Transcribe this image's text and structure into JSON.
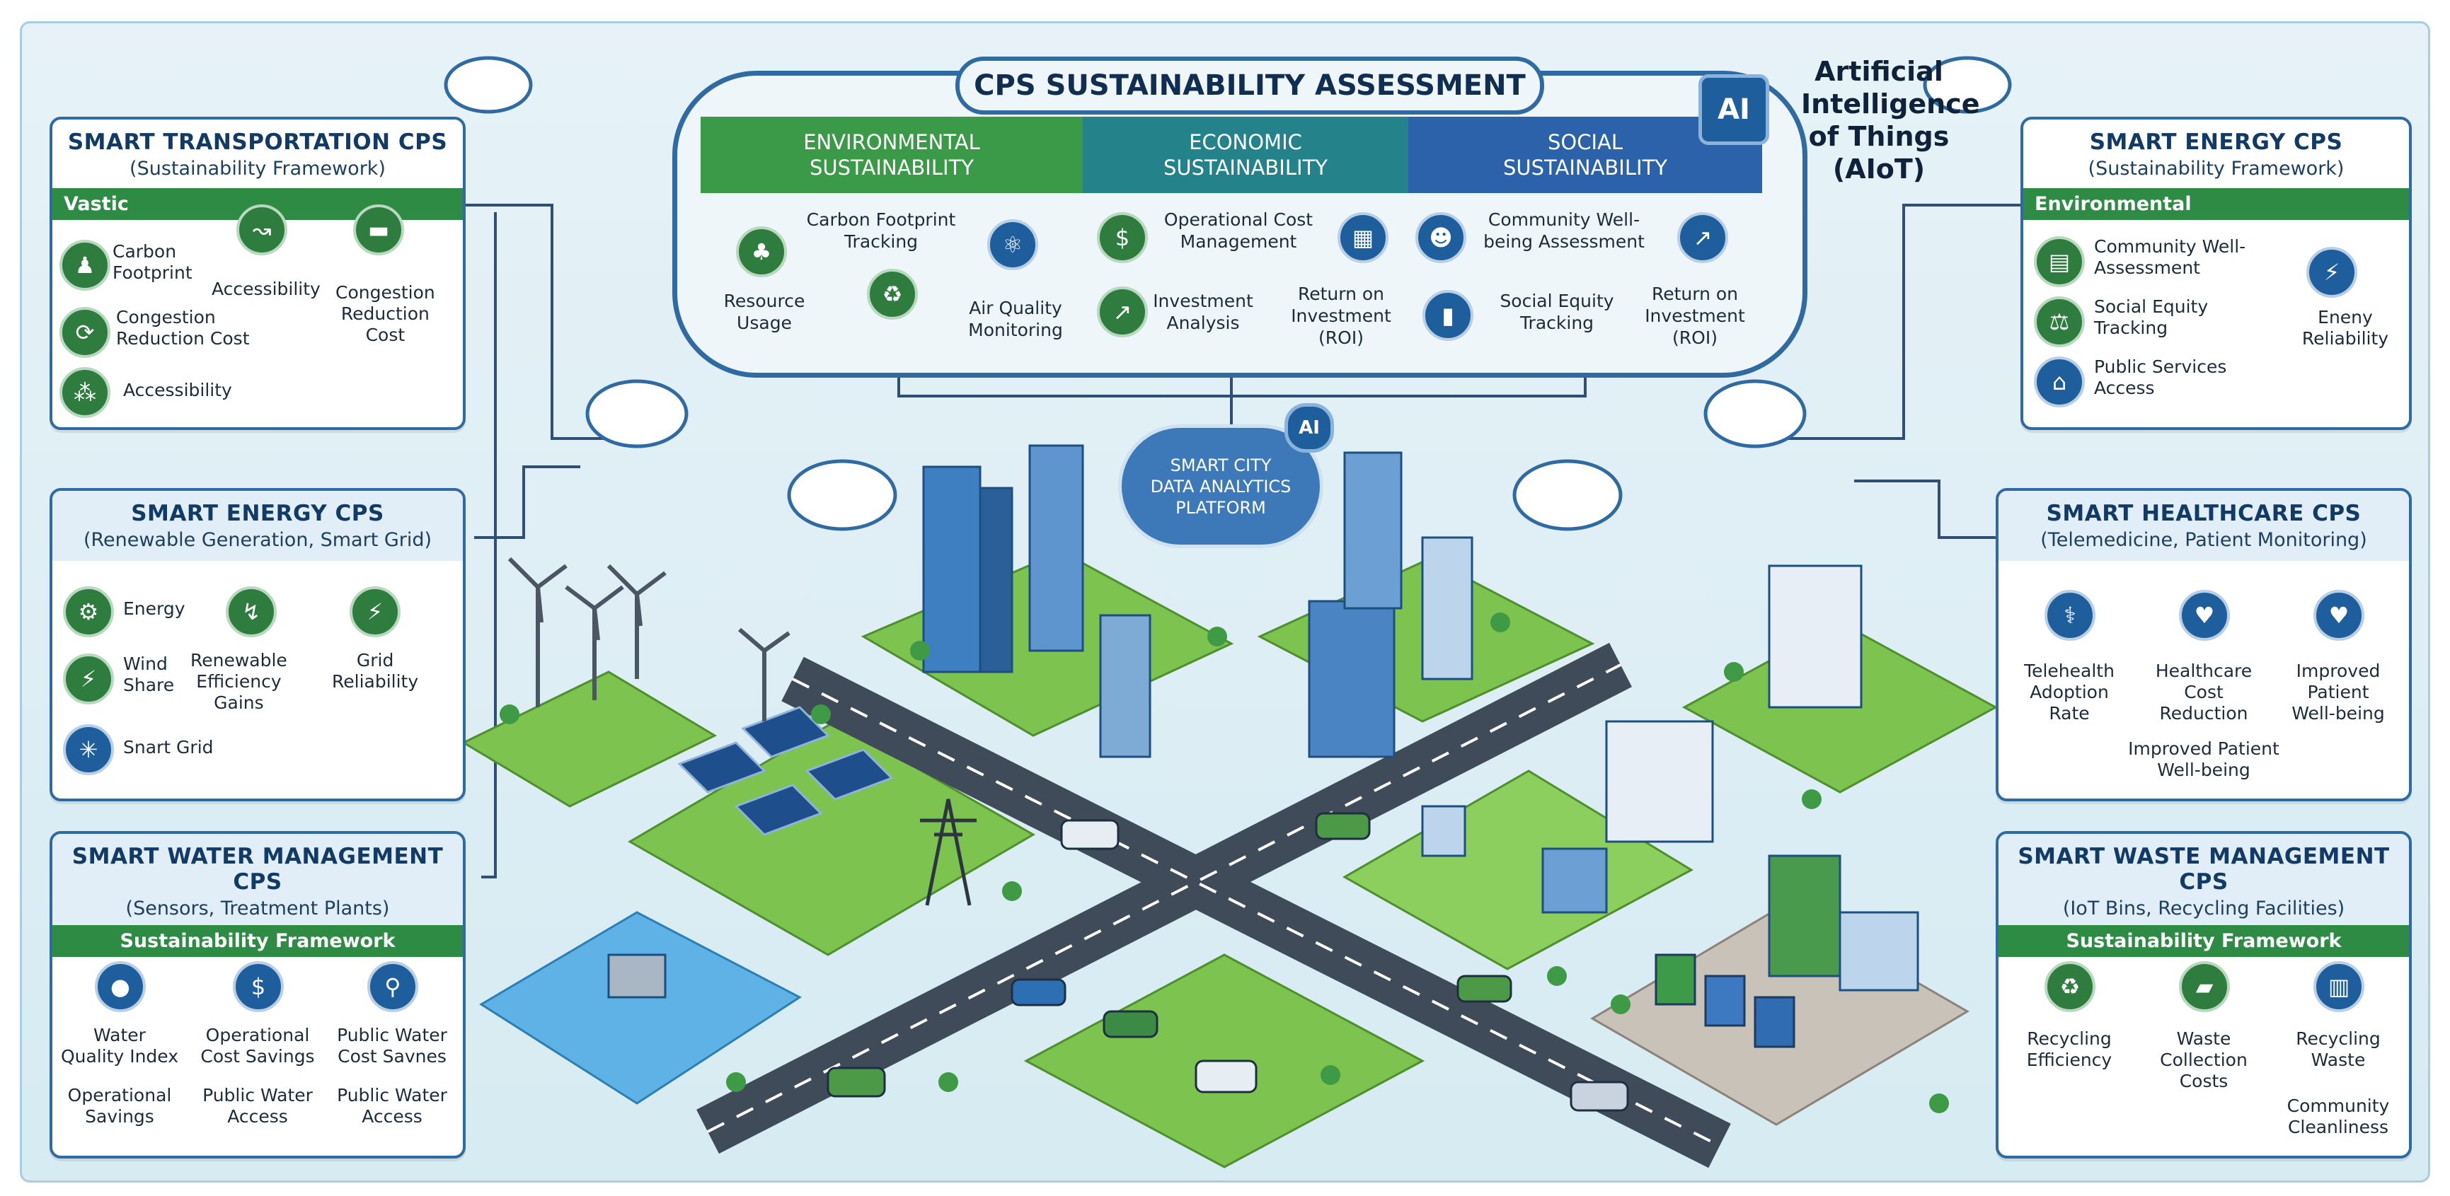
{
  "center": {
    "title": "CPS SUSTAINABILITY ASSESSMENT",
    "columns": [
      {
        "header": "ENVIRONMENTAL\nSUSTAINABILITY",
        "color": "#3b9a47",
        "items": [
          "Carbon Footprint\nTracking",
          "Resource\nUsage",
          "Air Quality\nMonitoring"
        ]
      },
      {
        "header": "ECONOMIC\nSUSTAINABILITY",
        "color": "#24838a",
        "items": [
          "Operational Cost\nManagement",
          "Investment\nAnalysis",
          "Return on\nInvestment\n(ROI)"
        ]
      },
      {
        "header": "SOCIAL\nSUSTAINABILITY",
        "color": "#2c62a9",
        "items": [
          "Community Well-\nbeing Assessment",
          "Social Equity\nTracking",
          "Return on\nInvestment\n(ROI)"
        ]
      }
    ]
  },
  "aiot": {
    "chip": "AI",
    "label": "Artificial\nIntelligence\nof Things\n(AIoT)"
  },
  "platform": {
    "label": "SMART CITY\nDATA ANALYTICS\nPLATFORM",
    "chip": "AI"
  },
  "panels": {
    "transport": {
      "title": "SMART TRANSPORTATION CPS",
      "subtitle": "(Sustainability Framework)",
      "bar": "Vastic",
      "items": [
        "Carbon\nFootprint",
        "Accessibility",
        "Congestion\nReduction\nCost",
        "Congestion\nReduction Cost",
        "Accessibility"
      ]
    },
    "energy_left": {
      "title": "SMART ENERGY CPS",
      "subtitle": "(Renewable Generation, Smart Grid)",
      "items": [
        "Energy",
        "Renewable\nEfficiency\nGains",
        "Grid\nReliability",
        "Wind\nShare",
        "Snart Grid"
      ]
    },
    "water": {
      "title": "SMART WATER MANAGEMENT CPS",
      "subtitle": "(Sensors, Treatment Plants)",
      "bar": "Sustainability Framework",
      "items": [
        "Water\nQuality Index",
        "Operational\nCost Savings",
        "Public Water\nCost Savnes",
        "Operational\nSavings",
        "Public Water\nAccess",
        "Public Water\nAccess"
      ]
    },
    "energy_right": {
      "title": "SMART ENERGY CPS",
      "subtitle": "(Sustainability Framework)",
      "bar": "Environmental",
      "items": [
        "Community Well-\nAssessment",
        "Social Equity\nTracking",
        "Public Services\nAccess",
        "Eneny\nReliability"
      ]
    },
    "healthcare": {
      "title": "SMART HEALTHCARE CPS",
      "subtitle": "(Telemedicine, Patient Monitoring)",
      "items": [
        "Telehealth\nAdoption\nRate",
        "Healthcare\nCost\nReduction",
        "Improved\nPatient\nWell-being",
        "Improved Patient\nWell-being"
      ]
    },
    "waste": {
      "title": "SMART WASTE MANAGEMENT CPS",
      "subtitle": "(IoT Bins, Recycling Facilities)",
      "bar": "Sustainability Framework",
      "items": [
        "Recycling\nEfficiency",
        "Waste\nCollection\nCosts",
        "Recycling\nWaste",
        "Community\nCleanliness"
      ]
    }
  },
  "colors": {
    "panel_border": "#2f6aa3",
    "green": "#2e8b44",
    "blue": "#1f5e9c",
    "road": "#3f4b58",
    "grass": "#7cc34f"
  }
}
